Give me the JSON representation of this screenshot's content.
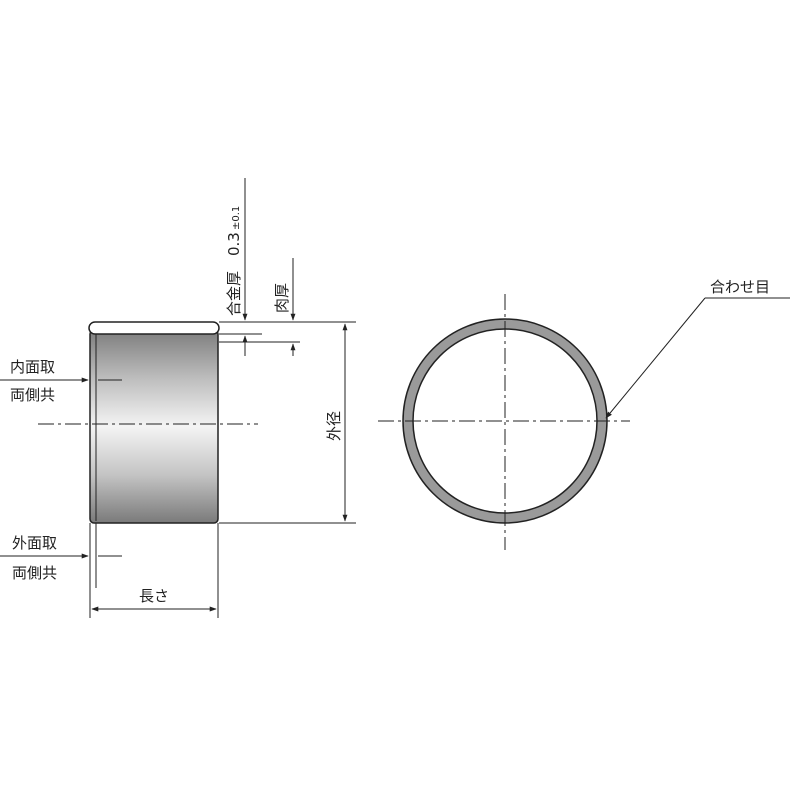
{
  "labels": {
    "inner_chamfer_line1": "内面取",
    "inner_chamfer_line2": "両側共",
    "outer_chamfer_line1": "外面取",
    "outer_chamfer_line2": "両側共",
    "length": "長さ",
    "outer_diameter": "外径",
    "alloy_thickness": "合金厚",
    "alloy_thickness_value": "0.3",
    "alloy_thickness_tolerance": "±0.1",
    "wall_thickness": "肉厚",
    "seam": "合わせ目"
  },
  "colors": {
    "line": "#222222",
    "body_shade_dark": "#8a8a8a",
    "body_shade_light": "#f2f2f2",
    "ring_fill": "#9a9a9a"
  }
}
